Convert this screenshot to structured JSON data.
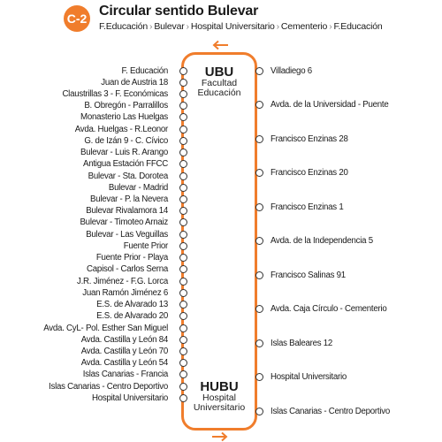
{
  "header": {
    "badge": "C-2",
    "title": "Circular sentido Bulevar",
    "route": [
      "F.Educación",
      "Bulevar",
      "Hospital Universitario",
      "Cementerio",
      "F.Educación"
    ]
  },
  "terminals": {
    "top": {
      "abbr": "UBU",
      "line1": "Facultad",
      "line2": "Educación"
    },
    "bottom": {
      "abbr": "HUBU",
      "line1": "Hospital",
      "line2": "Universitario"
    }
  },
  "left_stops": [
    "F. Educación",
    "Juan de Austria 18",
    "Claustrillas 3 - F. Económicas",
    "B. Obregón - Parralillos",
    "Monasterio Las Huelgas",
    "Avda. Huelgas - R.Leonor",
    "G. de Izán 9 - C. Cívico",
    "Bulevar - Luis R. Arango",
    "Antigua Estación FFCC",
    "Bulevar - Sta. Dorotea",
    "Bulevar - Madrid",
    "Bulevar - P. la Nevera",
    "Bulevar Rivalamora 14",
    "Bulevar - Timoteo Arnaiz",
    "Bulevar - Las Veguillas",
    "Fuente Prior",
    "Fuente Prior - Playa",
    "Capisol - Carlos Serna",
    "J.R. Jiménez - F.G. Lorca",
    "Juan Ramón Jiménez 6",
    "E.S. de Alvarado 13",
    "E.S. de Alvarado 20",
    "Avda. CyL- Pol. Esther San Miguel",
    "Avda. Castilla y León 84",
    "Avda. Castilla y León 70",
    "Avda. Castilla y León 54",
    "Islas Canarias - Francia",
    "Islas Canarias - Centro Deportivo",
    "Hospital Universitario"
  ],
  "right_stops": [
    "Villadiego 6",
    "Avda. de la Universidad - Puente",
    "Francisco Enzinas 28",
    "Francisco Enzinas 20",
    "Francisco Enzinas 1",
    "Avda. de la Independencia 5",
    "Francisco Salinas 91",
    "Avda. Caja Círculo - Cementerio",
    "Islas Baleares 12",
    "Hospital Universitario",
    "Islas Canarias - Centro Deportivo"
  ],
  "colors": {
    "accent": "#f07d2c",
    "text": "#1a1a1a",
    "dot_border": "#333333"
  },
  "icons": {
    "direction_top": "arrow-left-icon",
    "direction_bottom": "arrow-right-icon"
  }
}
